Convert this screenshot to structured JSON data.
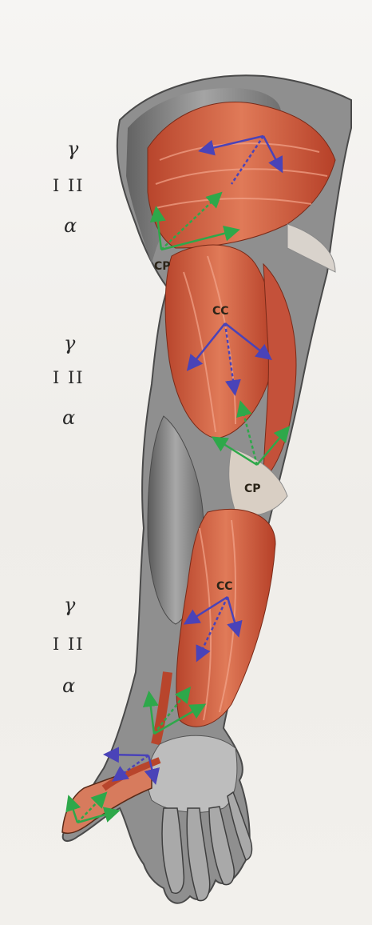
{
  "labels": {
    "group1": {
      "gamma": "γ",
      "roman": "I II",
      "alpha": "α"
    },
    "group2": {
      "gamma": "γ",
      "roman": "I II",
      "alpha": "α"
    },
    "group3": {
      "gamma": "γ",
      "roman": "I II",
      "alpha": "α"
    }
  },
  "markers": {
    "cp_shoulder": "CP",
    "cc_upper_arm": "CC",
    "cp_elbow": "CP",
    "cc_forearm": "CC"
  },
  "colors": {
    "arrow_blue": "#4a43b8",
    "arrow_green": "#2ea84a",
    "muscle": "#d2583c",
    "skin_outline": "#6d6d6d"
  }
}
